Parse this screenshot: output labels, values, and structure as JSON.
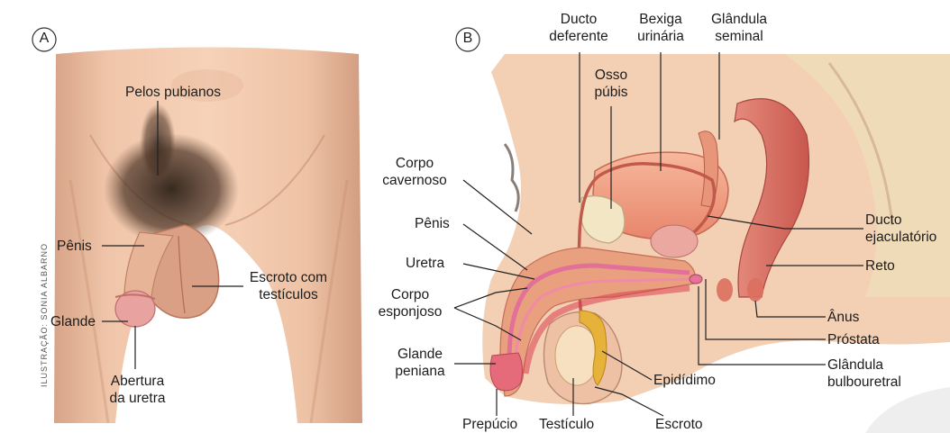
{
  "panels": {
    "a": {
      "letter": "A",
      "labels": {
        "pubic_hair": "Pelos pubianos",
        "penis": "Pênis",
        "scrotum": "Escroto com\ntestículos",
        "glans": "Glande",
        "urethra_opening": "Abertura\nda uretra"
      },
      "side_credit": "ILUSTRAÇÃO: SONIA ALBARNO"
    },
    "b": {
      "letter": "B",
      "labels": {
        "vas_deferens": "Ducto\ndeferente",
        "bladder": "Bexiga\nurinária",
        "seminal_gland": "Glândula\nseminal",
        "pubic_bone": "Osso\npúbis",
        "corpus_cavernosum": "Corpo\ncavernoso",
        "penis": "Pênis",
        "urethra": "Uretra",
        "corpus_spongiosum": "Corpo\nesponjoso",
        "glans": "Glande\npeniana",
        "prepuce": "Prepúcio",
        "testicle": "Testículo",
        "scrotum": "Escroto",
        "epididymis": "Epidídimo",
        "ejaculatory_duct": "Ducto\nejaculatório",
        "rectum": "Reto",
        "anus": "Ânus",
        "prostate": "Próstata",
        "bulbourethral": "Glândula\nbulbouretral"
      }
    }
  },
  "colors": {
    "skin": "#f0c4a8",
    "skin_shade": "#d99c80",
    "hair": "#3a2a20",
    "muscle": "#e07c70",
    "bladder": "#f2a085",
    "pubic_bone": "#f3e6c4",
    "spongy": "#e0607a",
    "testicle": "#f6e0c0",
    "epididymis": "#e6b23a",
    "leader": "#222222"
  }
}
